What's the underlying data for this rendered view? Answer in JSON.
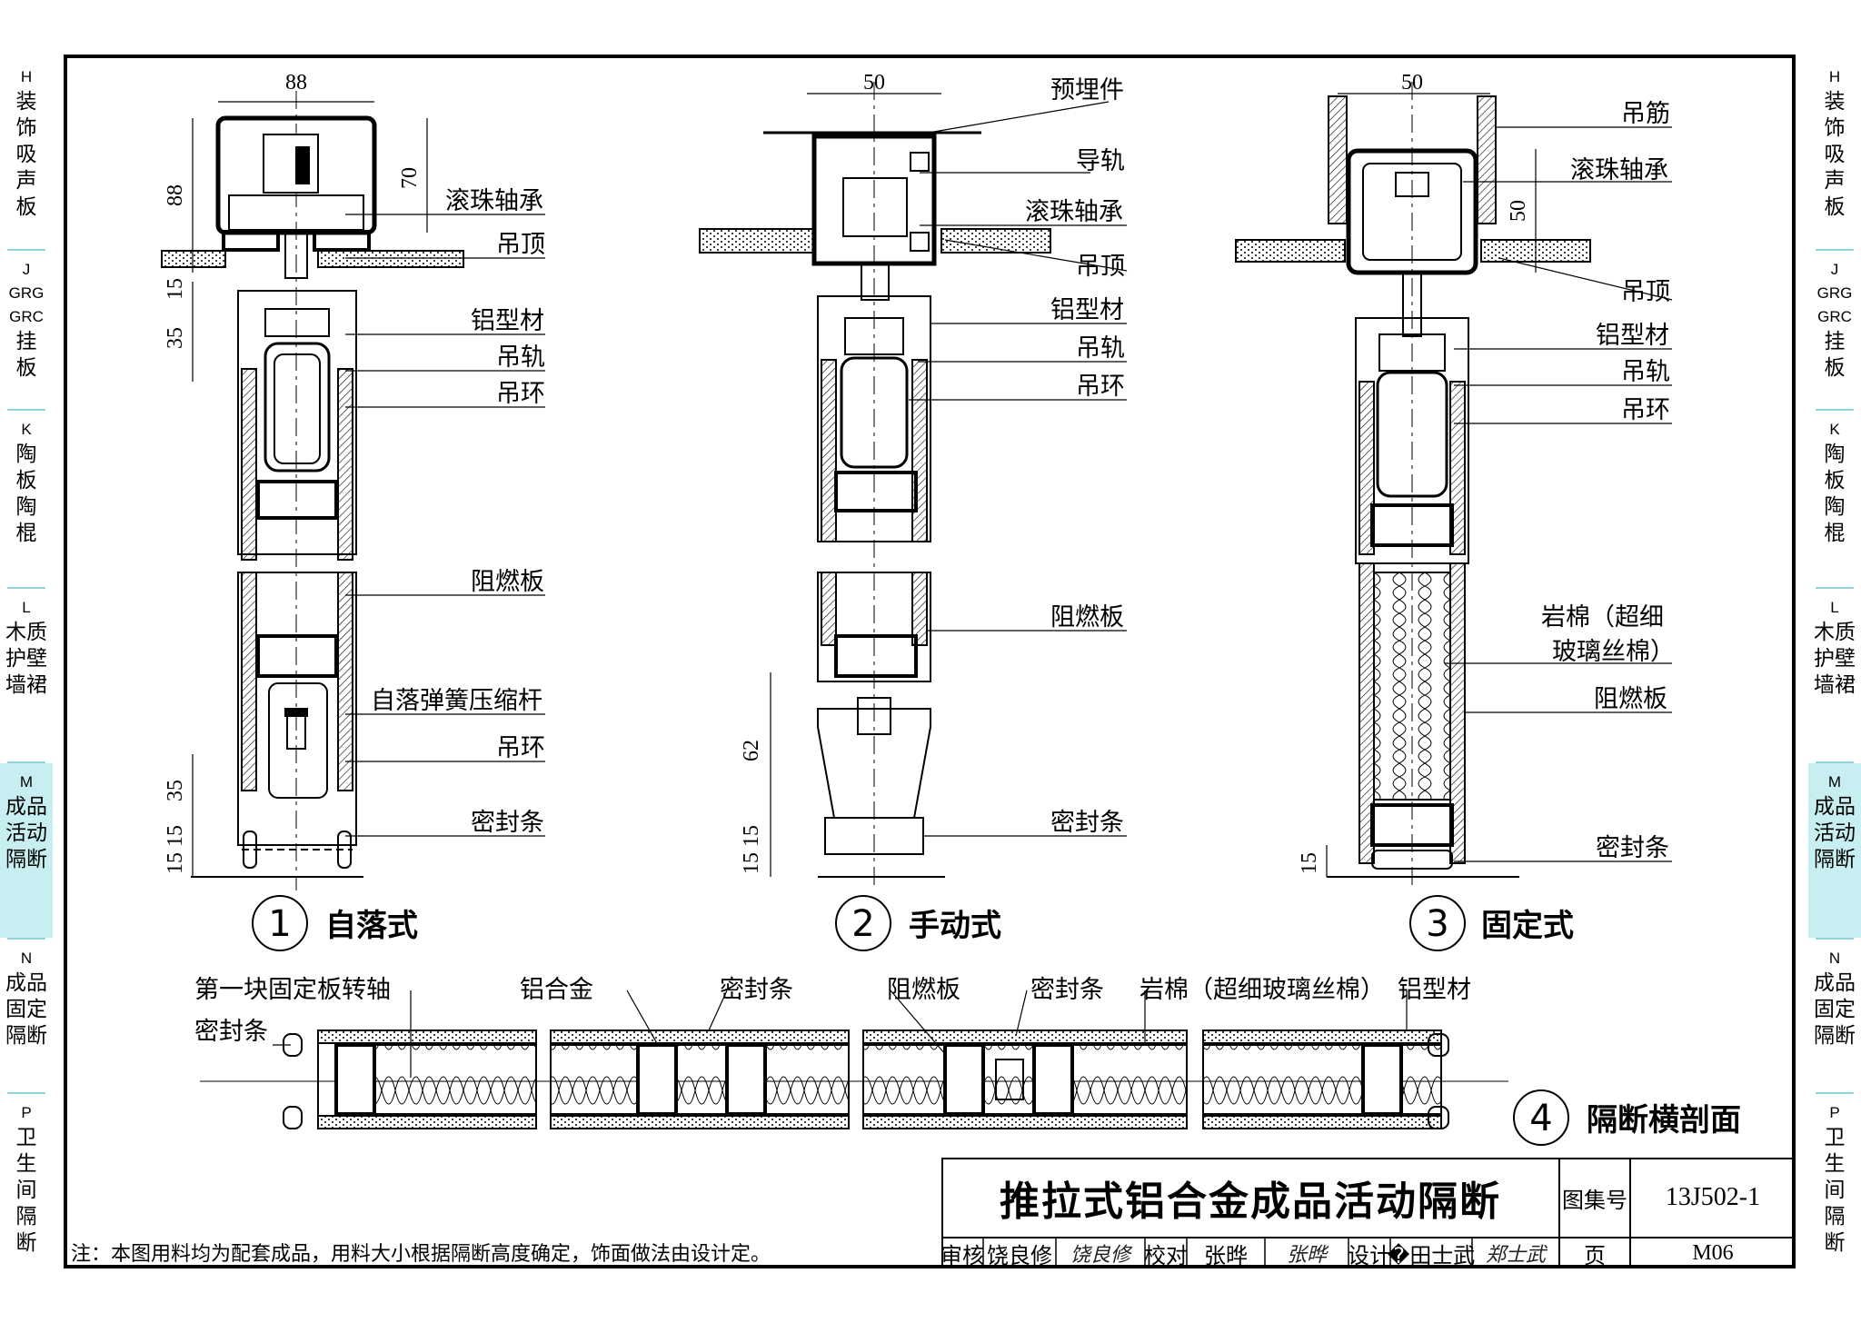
{
  "side_tabs": [
    {
      "code": "H",
      "lines": [
        "装",
        "饰",
        "吸",
        "声",
        "板"
      ]
    },
    {
      "code": "J",
      "lines": [
        "GRG",
        "GRC",
        "挂",
        "板"
      ]
    },
    {
      "code": "K",
      "lines": [
        "陶",
        "板",
        "陶",
        "棍"
      ]
    },
    {
      "code": "L",
      "lines": [
        "木质",
        "护壁",
        "墙裙"
      ]
    },
    {
      "code": "M",
      "lines": [
        "成品",
        "活动",
        "隔断"
      ],
      "active": true
    },
    {
      "code": "N",
      "lines": [
        "成品",
        "固定",
        "隔断"
      ]
    },
    {
      "code": "P",
      "lines": [
        "卫",
        "生",
        "间",
        "隔",
        "断"
      ]
    }
  ],
  "detail1": {
    "number": "1",
    "title": "自落式",
    "dims": {
      "width": "88",
      "height": "88",
      "top_gap": "70",
      "d15": "15",
      "d35": "35",
      "b35": "35",
      "b15a": "15",
      "b15b": "15"
    },
    "labels": [
      "滚珠轴承",
      "吊顶",
      "铝型材",
      "吊轨",
      "吊环",
      "阻燃板",
      "自落弹簧压缩杆",
      "吊环",
      "密封条"
    ]
  },
  "detail2": {
    "number": "2",
    "title": "手动式",
    "dims": {
      "width": "50",
      "h62": "62",
      "b15a": "15",
      "b15b": "15"
    },
    "labels": [
      "预埋件",
      "导轨",
      "滚珠轴承",
      "吊顶",
      "铝型材",
      "吊轨",
      "吊环",
      "阻燃板",
      "密封条"
    ]
  },
  "detail3": {
    "number": "3",
    "title": "固定式",
    "dims": {
      "width": "50",
      "h50": "50",
      "b15": "15"
    },
    "labels": [
      "吊筋",
      "滚珠轴承",
      "吊顶",
      "铝型材",
      "吊轨",
      "吊环",
      "岩棉（超细",
      "玻璃丝棉）",
      "阻燃板",
      "密封条"
    ]
  },
  "detail4": {
    "number": "4",
    "title": "隔断横剖面",
    "labels": [
      "第一块固定板转轴",
      "铝合金",
      "密封条",
      "阻燃板",
      "密封条",
      "岩棉（超细玻璃丝棉）",
      "铝型材",
      "密封条"
    ]
  },
  "title_block": {
    "title": "推拉式铝合金成品活动隔断",
    "atlas_label": "图集号",
    "atlas_no": "13J502-1",
    "review_label": "审核",
    "reviewer": "饶良修",
    "reviewer_sig": "饶良修",
    "check_label": "校对",
    "checker": "张晔",
    "checker_sig": "张晔",
    "design_label": "设计",
    "designer": "�田士武",
    "designer_sig": "郑士武",
    "page_label": "页",
    "page_no": "M06"
  },
  "note": "注：本图用料均为配套成品，用料大小根据隔断高度确定，饰面做法由设计定。",
  "colors": {
    "tab_active": "#c7eef1",
    "tab_sep": "#8fd3d8",
    "line": "#000000"
  }
}
